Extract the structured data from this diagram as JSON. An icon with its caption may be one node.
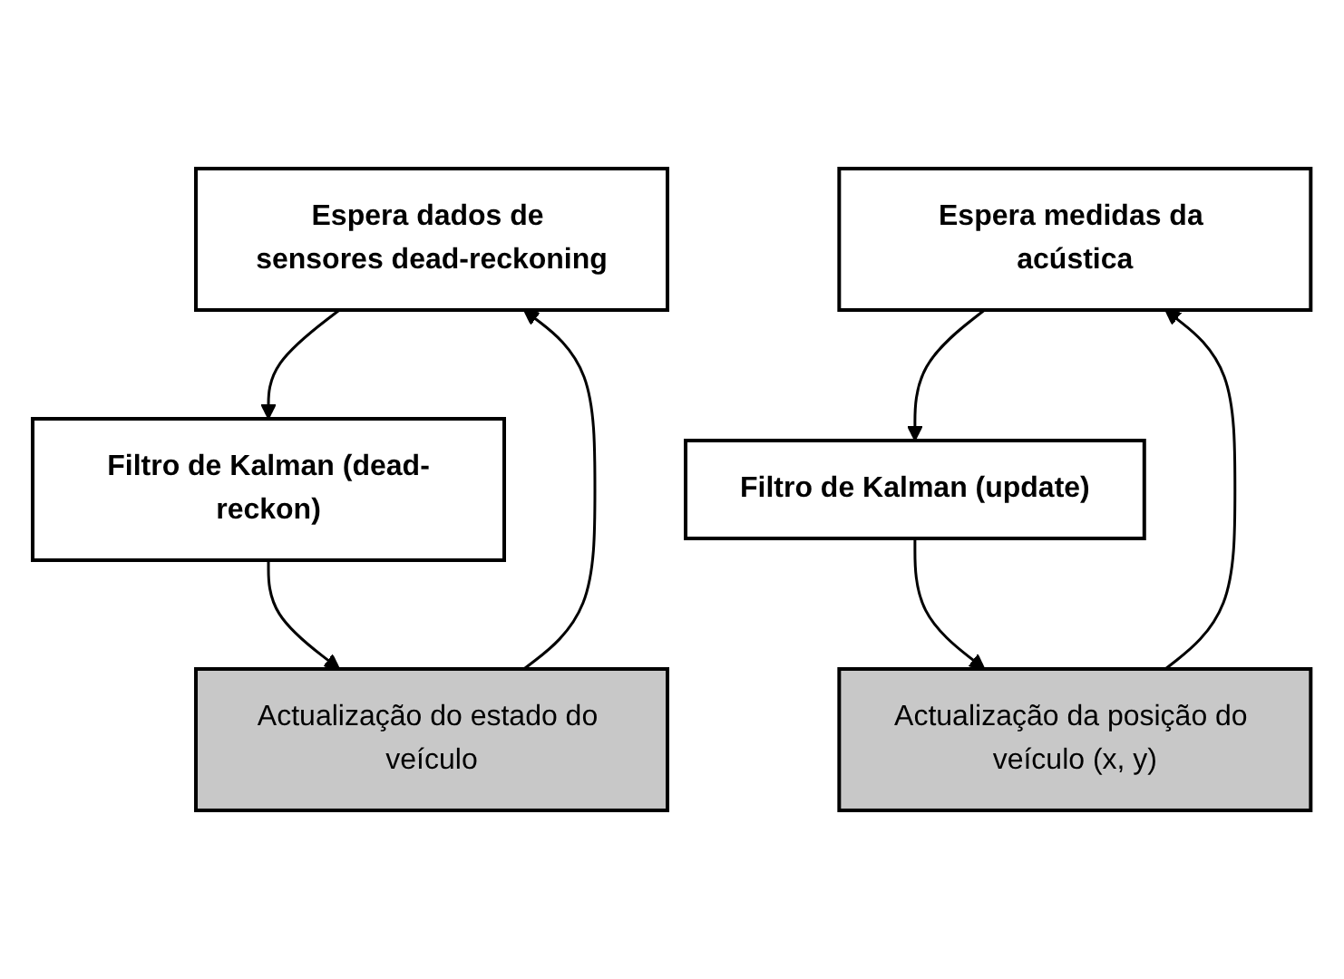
{
  "diagram": {
    "nodes": [
      {
        "text": [
          "Espera dados de sensores dead-reckoning"
        ]
      },
      {
        "text": [
          "Filtro de Kalman (dead-reckon)"
        ]
      },
      {
        "text": [
          "Actualização do estado do veículo"
        ]
      },
      {
        "text": [
          "Espera medidas da acústica"
        ]
      },
      {
        "text": [
          "Filtro de Kalman (update)"
        ]
      },
      {
        "text": [
          "Actualização da posição do veículo (x, y)"
        ]
      }
    ],
    "edges": [
      {
        "from": 0,
        "to": 1,
        "arrow": "to"
      },
      {
        "from": 1,
        "to": 2,
        "arrow": "to"
      },
      {
        "from": 2,
        "to": 0,
        "arrow": "to"
      },
      {
        "from": 3,
        "to": 4,
        "arrow": "to"
      },
      {
        "from": 4,
        "to": 5,
        "arrow": "to"
      },
      {
        "from": 5,
        "to": 3,
        "arrow": "to"
      }
    ]
  }
}
